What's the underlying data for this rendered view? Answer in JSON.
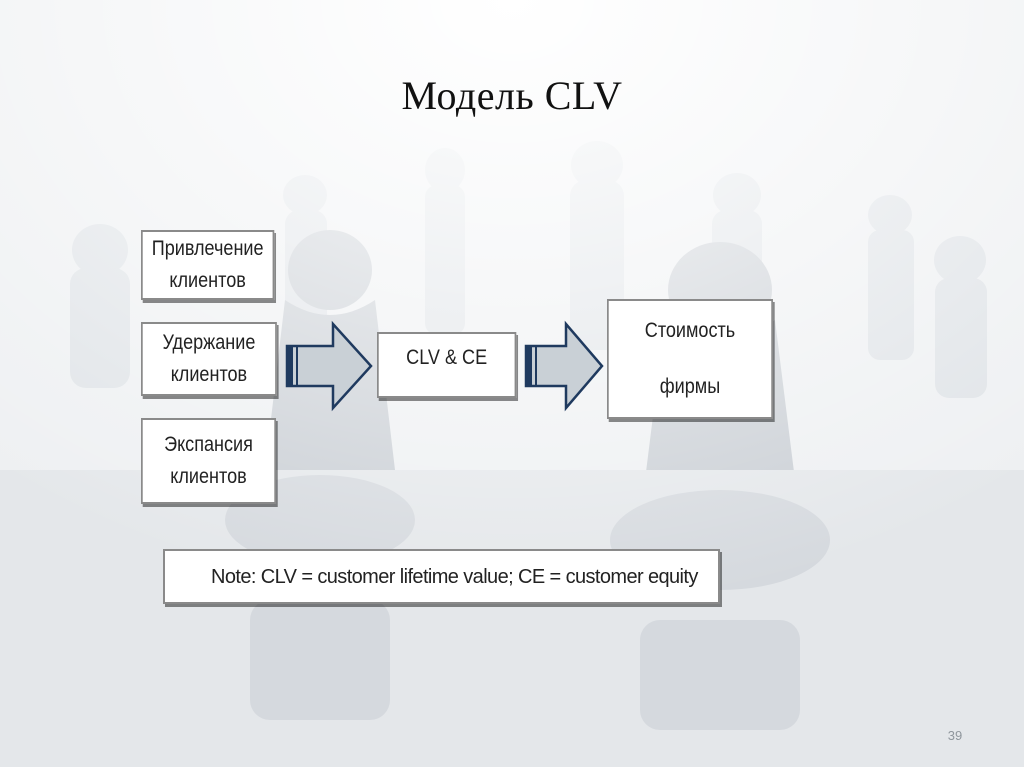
{
  "slide": {
    "title": "Модель CLV",
    "page_number": "39"
  },
  "diagram": {
    "inputs": {
      "acquisition": "Привлечение\nклиентов",
      "retention": "Удержание\nклиентов",
      "expansion": "Экспансия\nклиентов"
    },
    "middle": "CLV & CE",
    "output": "Стоимость\nфирмы",
    "note": "Note: CLV = customer lifetime value; CE = customer equity"
  },
  "icons": {
    "arrow1": "block-arrow-right-icon",
    "arrow2": "block-arrow-right-icon"
  },
  "colors": {
    "arrow_fill": "#c9d0d6",
    "arrow_stroke": "#1f3a5f",
    "box_border": "#8a8a8a"
  }
}
